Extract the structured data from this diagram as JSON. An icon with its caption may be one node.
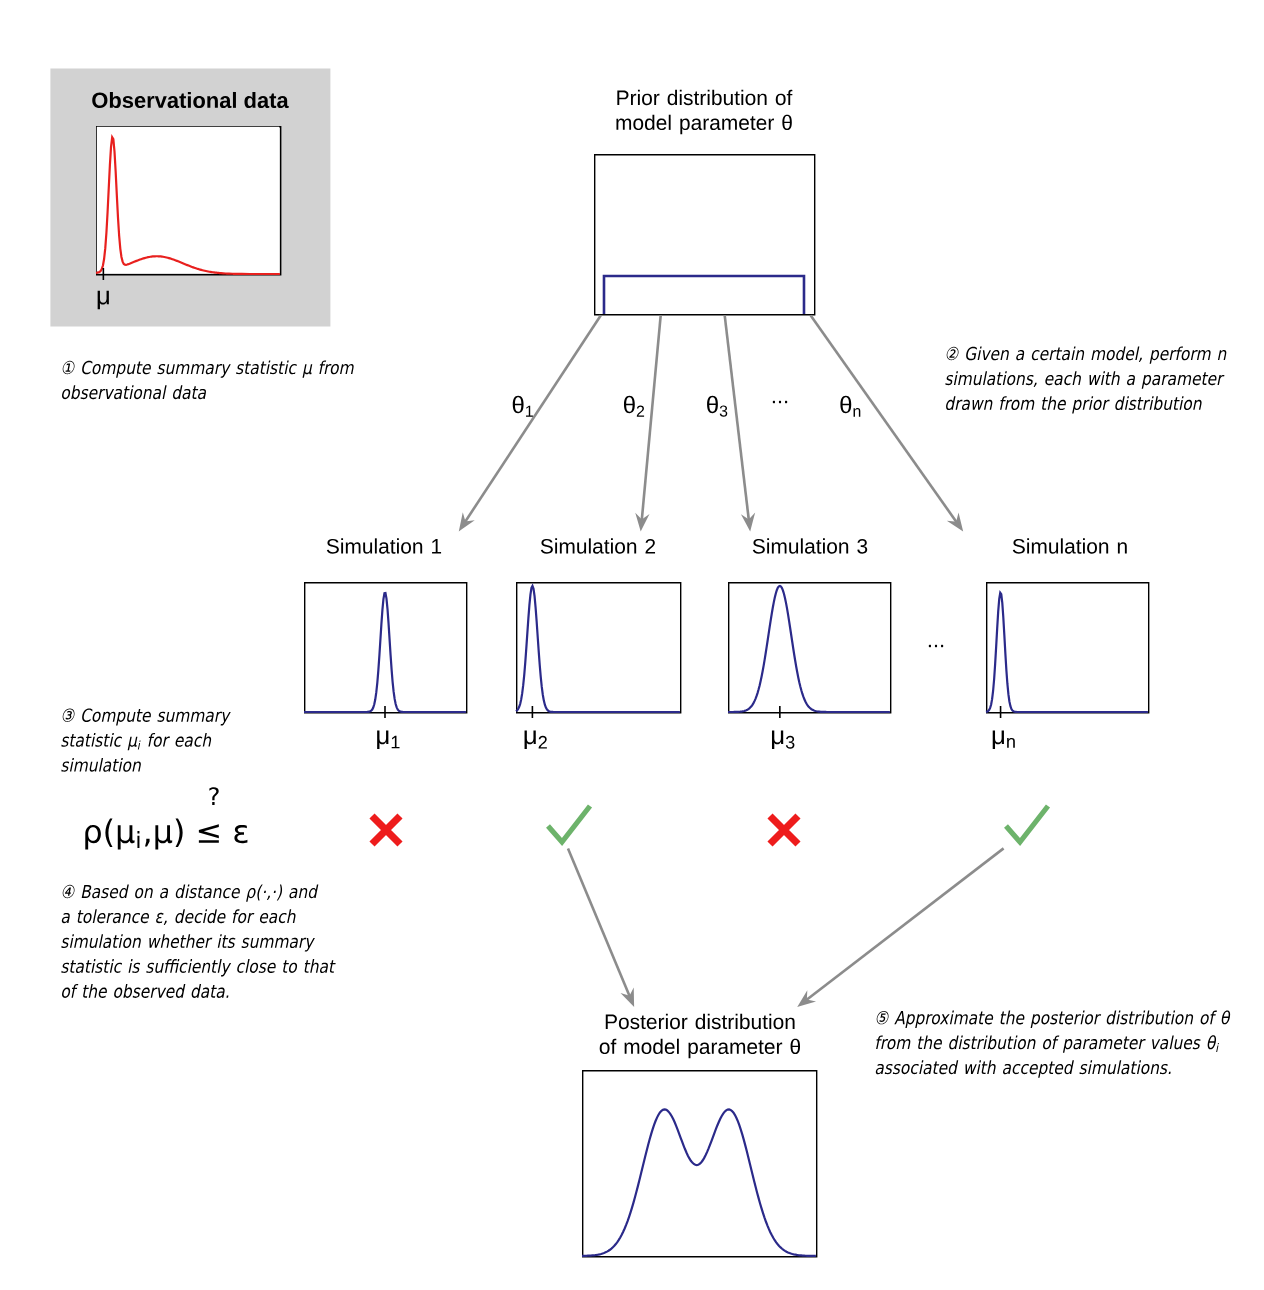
{
  "diagram": {
    "nodes": [
      {
        "text": [
          "Observational data",
          "μ"
        ]
      },
      {
        "text": [
          "Prior distribution of model parameter θ"
        ]
      },
      {
        "text": [
          "Simulation 1"
        ],
        "beside": [
          "μ$_{1}$"
        ]
      },
      {
        "text": [
          "Simulation 2"
        ],
        "beside": [
          "μ$_{2}$"
        ]
      },
      {
        "text": [
          "Simulation 3"
        ],
        "beside": [
          "μ$_{3}$"
        ]
      },
      {
        "text": [
          "Simulation n"
        ],
        "beside": [
          "μ$_{n}$"
        ]
      },
      {
        "text": [],
        "shape": "cross"
      },
      {
        "text": [],
        "shape": "check"
      },
      {
        "text": [],
        "shape": "cross"
      },
      {
        "text": [],
        "shape": "check"
      },
      {
        "text": [
          "Posterior distribution of model parameter θ"
        ]
      }
    ],
    "edges": [
      {
        "from": 1,
        "to": 2,
        "arrow": "to",
        "label": "θ$_{1}$"
      },
      {
        "from": 1,
        "to": 3,
        "arrow": "to",
        "label": "θ$_{2}$"
      },
      {
        "from": 1,
        "to": 4,
        "arrow": "to",
        "label": "θ$_{3}$"
      },
      {
        "from": 1,
        "to": 5,
        "arrow": "to",
        "label": "θ$_{n}$"
      },
      {
        "from": 7,
        "to": 10,
        "arrow": "to"
      },
      {
        "from": 9,
        "to": 10,
        "arrow": "to"
      }
    ],
    "labels": [
      "① Compute summary statistic μ from observational data",
      "② Given a certain model, perform n simulations, each with a parameter drawn from the prior distribution",
      "...",
      "...",
      "③ Compute summary statistic μ$_{i}$ for each simulation",
      "?",
      "ρ(μ$_{i}$,μ) ≤ ε",
      "④ Based on a distance ρ(·,·) and a tolerance ε, decide for each simulation whether its summary statistic is sufficiently close to that of the observed data.",
      "⑤ Approximate the posterior distribution of θ from the distribution of parameter values θ$_{i}$ associated with accepted simulations."
    ]
  }
}
